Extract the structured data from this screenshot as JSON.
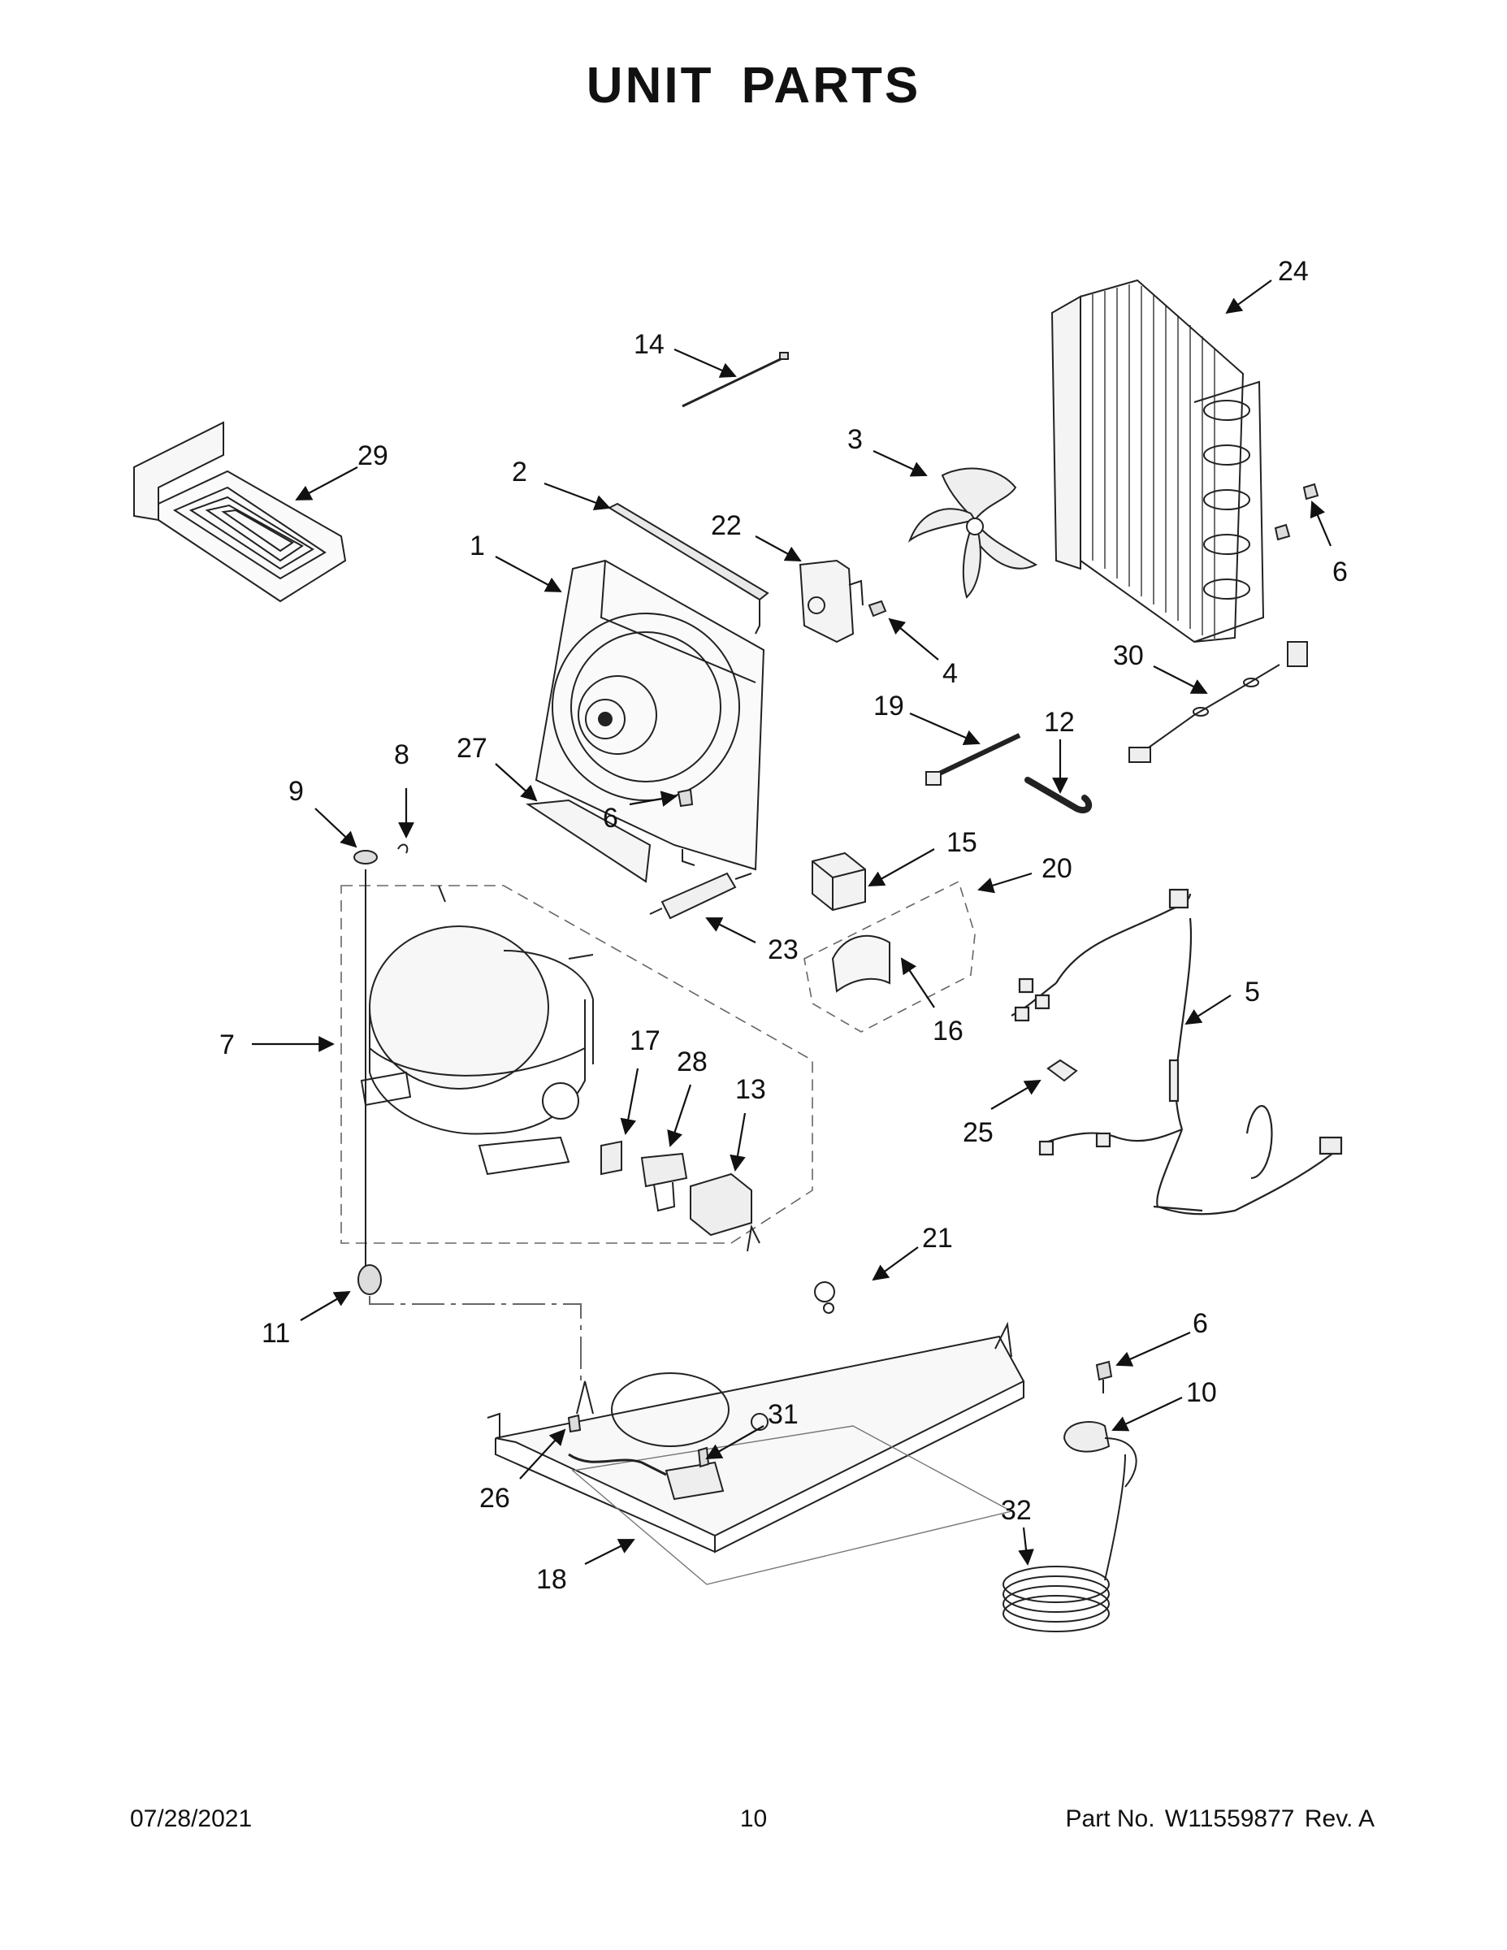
{
  "page": {
    "title": "UNIT PARTS"
  },
  "callouts": {
    "c1": "1",
    "c2": "2",
    "c3": "3",
    "c4": "4",
    "c5": "5",
    "c6a": "6",
    "c6b": "6",
    "c6c": "6",
    "c7": "7",
    "c8": "8",
    "c9": "9",
    "c10": "10",
    "c11": "11",
    "c12": "12",
    "c13": "13",
    "c14": "14",
    "c15": "15",
    "c16": "16",
    "c17": "17",
    "c18": "18",
    "c19": "19",
    "c20": "20",
    "c21": "21",
    "c22": "22",
    "c23": "23",
    "c24": "24",
    "c25": "25",
    "c26": "26",
    "c27": "27",
    "c28": "28",
    "c29": "29",
    "c30": "30",
    "c31": "31",
    "c32": "32"
  },
  "footer": {
    "date": "07/28/2021",
    "page_number": "10",
    "part_label": "Part No.",
    "part_number": "W11559877",
    "revision": "Rev. A"
  }
}
